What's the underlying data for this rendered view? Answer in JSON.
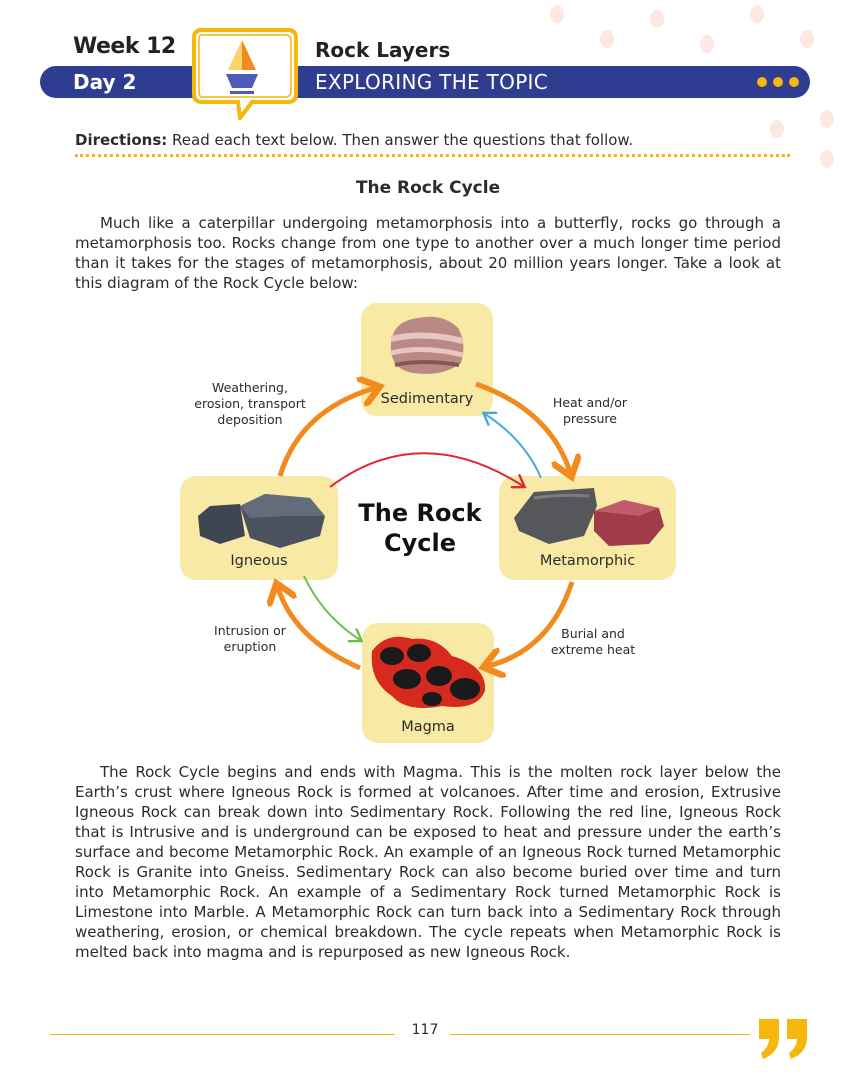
{
  "header": {
    "week": "Week 12",
    "day": "Day 2",
    "topic": "Rock Layers",
    "subtitle": "EXPLORING THE TOPIC"
  },
  "directions": {
    "label": "Directions:",
    "text": " Read each text below. Then answer the questions that follow."
  },
  "article": {
    "title": "The Rock Cycle",
    "intro": "Much like a caterpillar undergoing metamorphosis into a butterfly, rocks go through a metamorphosis too. Rocks change from one type to another over a much longer time period than it takes for the stages of metamorphosis, about 20 million years longer. Take a look at this diagram of the Rock Cycle below:",
    "body": "The Rock Cycle begins and ends with Magma. This is the molten rock layer below the Earth’s crust where Igneous Rock is formed at volcanoes. After time and erosion, Extrusive Igneous Rock can break down into Sedimentary Rock. Following the red line, Igneous Rock that is Intrusive and is underground can be exposed to heat and pressure under the earth’s surface and become Metamorphic Rock. An example of an Igneous Rock turned Metamorphic Rock is Granite into Gneiss. Sedimentary Rock can also become buried over time and turn into Metamorphic Rock. An example of a Sedimentary Rock turned Metamorphic Rock is Limestone into Marble. A Metamorphic Rock can turn back into a Sedimentary Rock through weathering, erosion, or chemical breakdown. The cycle repeats when Metamorphic Rock is melted back into magma and is repurposed as new Igneous Rock."
  },
  "diagram": {
    "center_line1": "The Rock",
    "center_line2": "Cycle",
    "nodes": {
      "sedimentary": "Sedimentary",
      "igneous": "Igneous",
      "metamorphic": "Metamorphic",
      "magma": "Magma"
    },
    "edges": {
      "weathering": [
        "Weathering,",
        "erosion, transport",
        "deposition"
      ],
      "heat": [
        "Heat and/or",
        "pressure"
      ],
      "burial": [
        "Burial and",
        "extreme heat"
      ],
      "intrusion": [
        "Intrusion or",
        "eruption"
      ]
    },
    "colors": {
      "main": "#f28a1e",
      "red": "#e3262e",
      "blue": "#4aa8e0",
      "green": "#6cc04a"
    }
  },
  "footer": {
    "page_number": "117"
  }
}
